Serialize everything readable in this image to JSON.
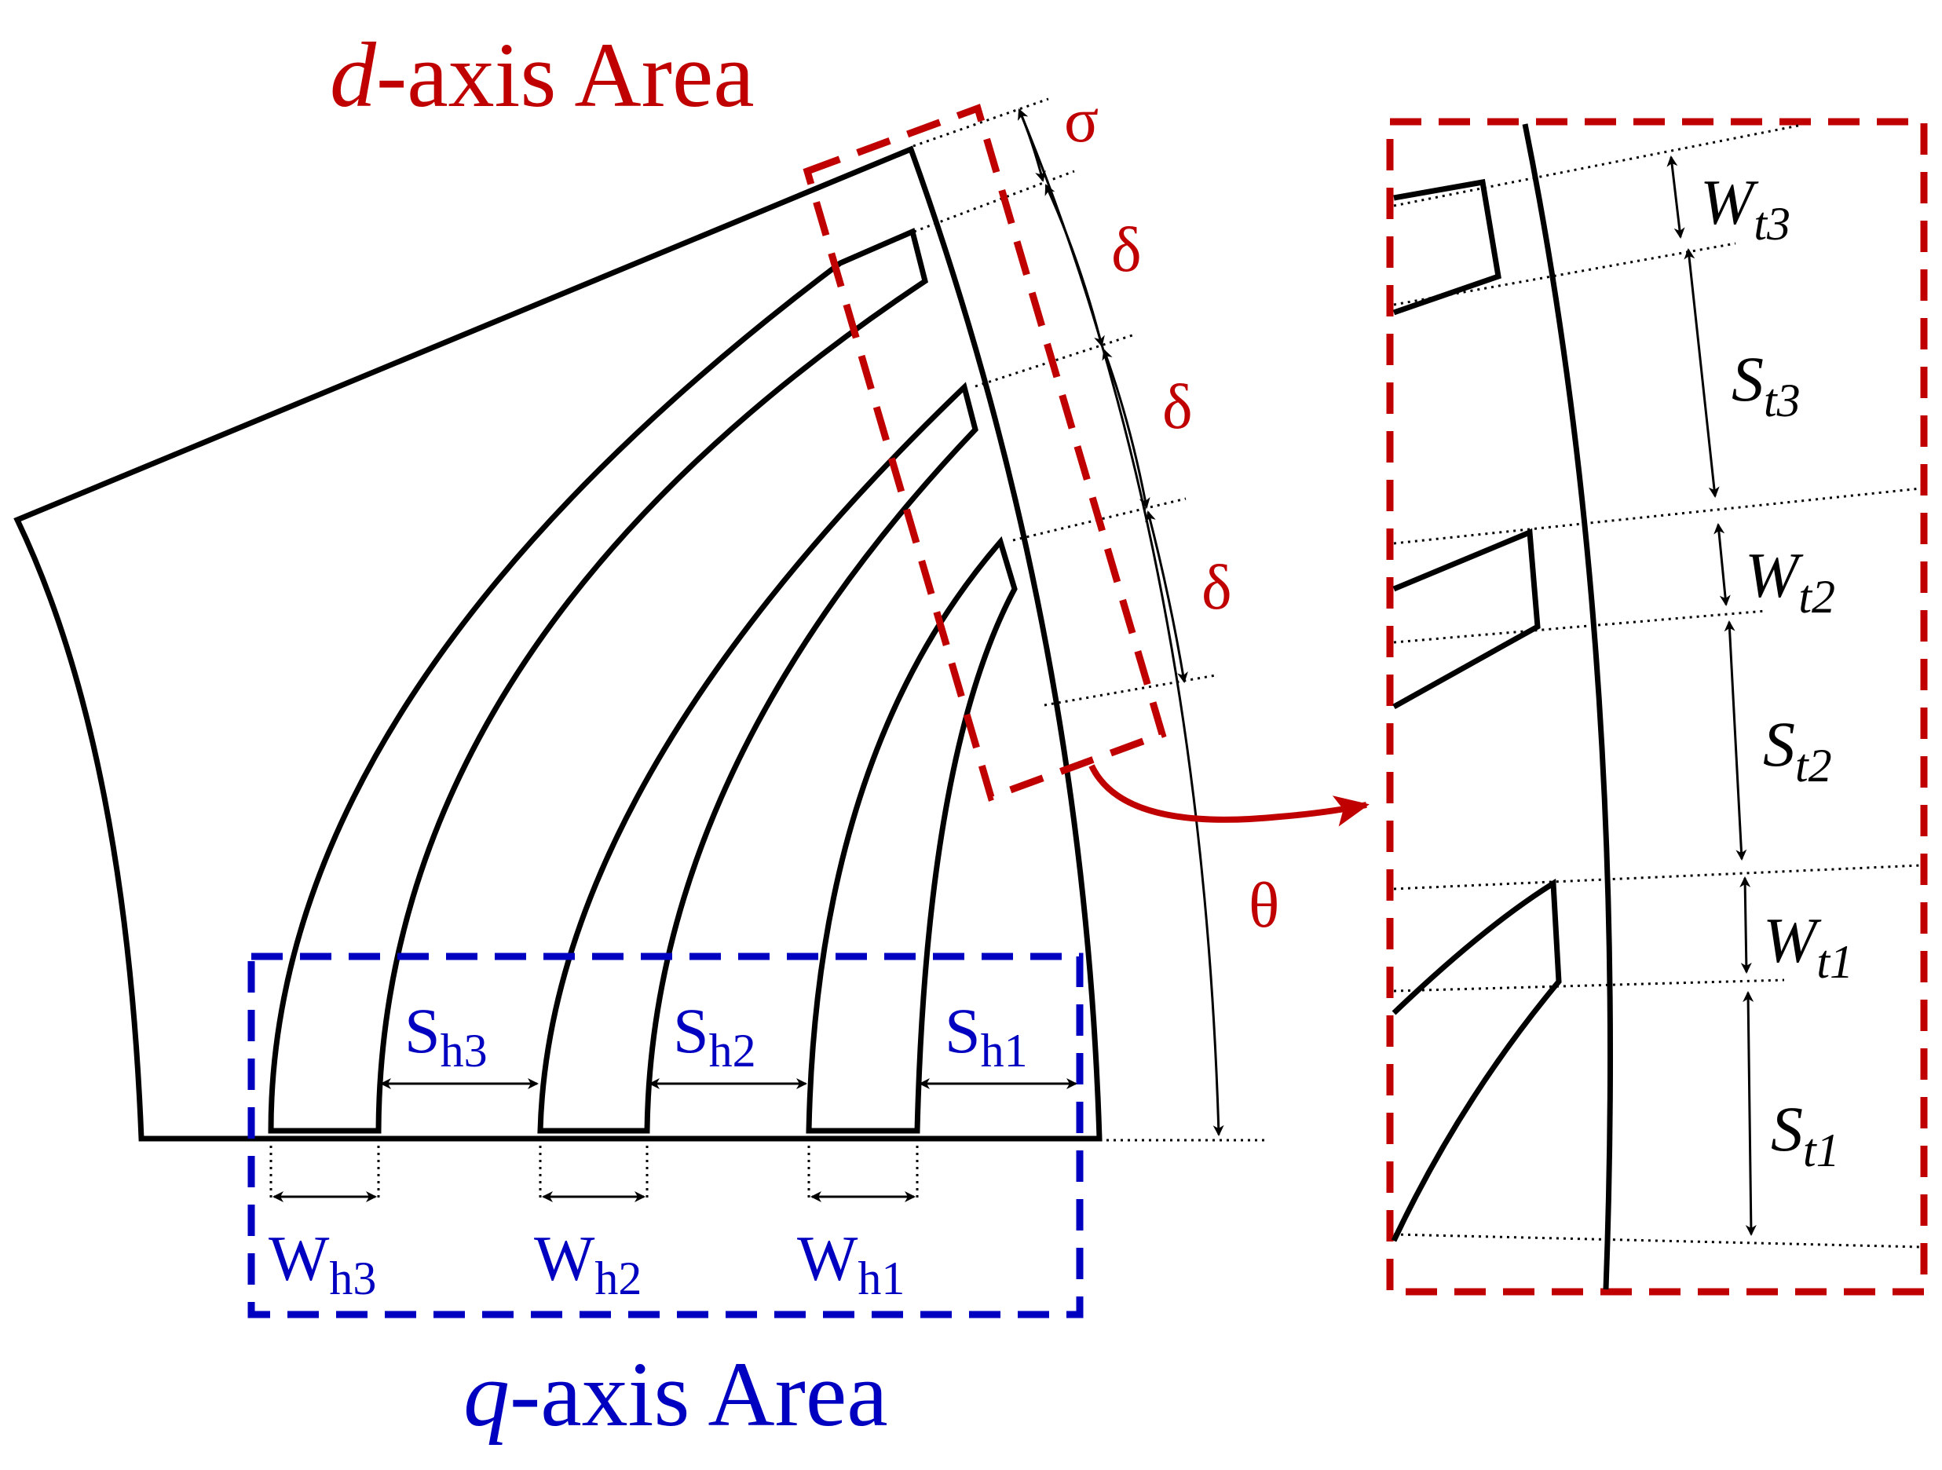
{
  "titles": {
    "d_axis_italic": "d",
    "d_axis_rest": "-axis Area",
    "q_axis_italic": "q",
    "q_axis_rest": "-axis Area"
  },
  "d_axis_labels": {
    "sigma": "σ",
    "delta_1": "δ",
    "delta_2": "δ",
    "delta_3": "δ",
    "theta": "θ"
  },
  "q_axis_labels": {
    "s_h3": {
      "main": "S",
      "sub": "h3"
    },
    "s_h2": {
      "main": "S",
      "sub": "h2"
    },
    "s_h1": {
      "main": "S",
      "sub": "h1"
    },
    "w_h3": {
      "main": "W",
      "sub": "h3"
    },
    "w_h2": {
      "main": "W",
      "sub": "h2"
    },
    "w_h1": {
      "main": "W",
      "sub": "h1"
    }
  },
  "detail_labels": {
    "w_t3": {
      "main": "W",
      "sub": "t3"
    },
    "s_t3": {
      "main": "S",
      "sub": "t3"
    },
    "w_t2": {
      "main": "W",
      "sub": "t2"
    },
    "s_t2": {
      "main": "S",
      "sub": "t2"
    },
    "w_t1": {
      "main": "W",
      "sub": "t1"
    },
    "s_t1": {
      "main": "S",
      "sub": "t1"
    }
  },
  "colors": {
    "d_axis": "#c00000",
    "q_axis": "#0000c0",
    "outline": "#000000"
  }
}
